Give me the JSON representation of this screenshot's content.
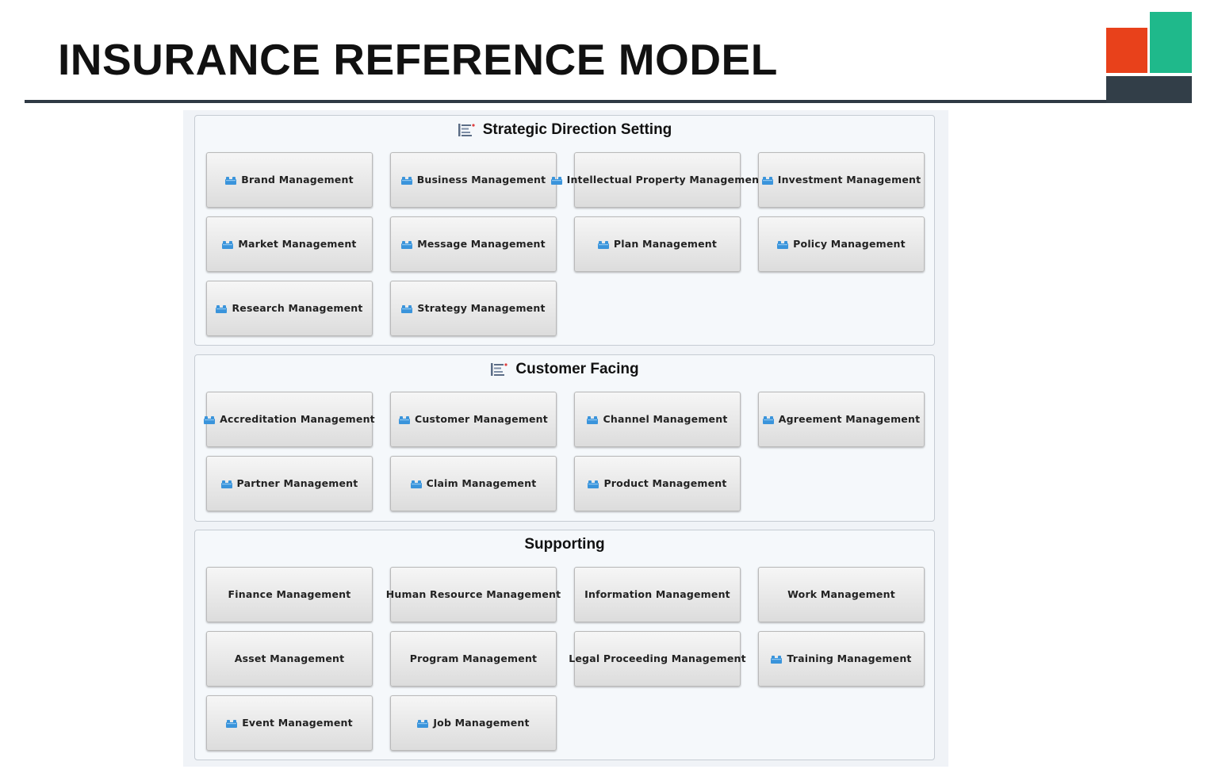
{
  "page": {
    "title": "INSURANCE REFERENCE MODEL"
  },
  "colors": {
    "logo_orange": "#e8411b",
    "logo_green": "#1fb98b",
    "logo_dark": "#323e48",
    "rule": "#2f3a44",
    "capability_icon": "#3a94db"
  },
  "layers": [
    {
      "title": "Strategic Direction Setting",
      "icon": "layer-list-icon",
      "boxes": [
        {
          "label": "Brand Management",
          "icon": "capability-icon"
        },
        {
          "label": "Business Management",
          "icon": "capability-icon"
        },
        {
          "label": "Intellectual Property Management",
          "icon": "capability-icon"
        },
        {
          "label": "Investment Management",
          "icon": "capability-icon"
        },
        {
          "label": "Market Management",
          "icon": "capability-icon"
        },
        {
          "label": "Message Management",
          "icon": "capability-icon"
        },
        {
          "label": "Plan Management",
          "icon": "capability-icon"
        },
        {
          "label": "Policy Management",
          "icon": "capability-icon"
        },
        {
          "label": "Research Management",
          "icon": "capability-icon"
        },
        {
          "label": "Strategy Management",
          "icon": "capability-icon"
        }
      ]
    },
    {
      "title": "Customer Facing",
      "icon": "layer-list-icon",
      "boxes": [
        {
          "label": "Accreditation Management",
          "icon": "capability-icon"
        },
        {
          "label": "Customer Management",
          "icon": "capability-icon"
        },
        {
          "label": "Channel Management",
          "icon": "capability-icon"
        },
        {
          "label": "Agreement Management",
          "icon": "capability-icon"
        },
        {
          "label": "Partner Management",
          "icon": "capability-icon"
        },
        {
          "label": "Claim Management",
          "icon": "capability-icon"
        },
        {
          "label": "Product Management",
          "icon": "capability-icon"
        }
      ]
    },
    {
      "title": "Supporting",
      "icon": "",
      "boxes": [
        {
          "label": "Finance Management",
          "icon": ""
        },
        {
          "label": "Human Resource Management",
          "icon": ""
        },
        {
          "label": "Information Management",
          "icon": ""
        },
        {
          "label": "Work Management",
          "icon": ""
        },
        {
          "label": "Asset Management",
          "icon": ""
        },
        {
          "label": "Program Management",
          "icon": ""
        },
        {
          "label": "Legal Proceeding Management",
          "icon": ""
        },
        {
          "label": "Training Management",
          "icon": "capability-icon"
        },
        {
          "label": "Event Management",
          "icon": "capability-icon"
        },
        {
          "label": "Job Management",
          "icon": "capability-icon"
        }
      ]
    }
  ]
}
